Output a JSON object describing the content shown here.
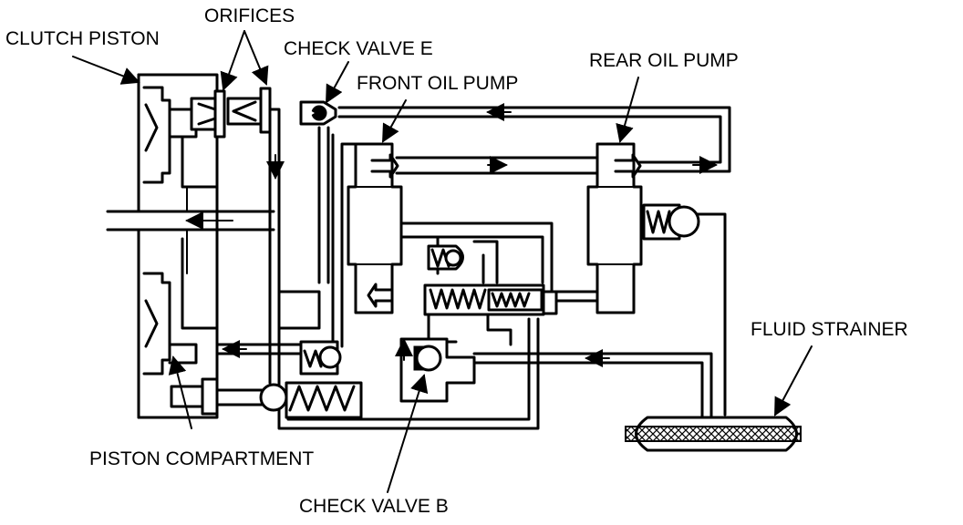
{
  "labels": {
    "clutch_piston": "CLUTCH PISTON",
    "orifices": "ORIFICES",
    "check_valve_e": "CHECK VALVE E",
    "front_oil_pump": "FRONT OIL PUMP",
    "rear_oil_pump": "REAR OIL PUMP",
    "fluid_strainer": "FLUID STRAINER",
    "piston_compartment": "PISTON COMPARTMENT",
    "check_valve_b": "CHECK VALVE B"
  },
  "colors": {
    "ink": "#000000",
    "background": "#ffffff"
  }
}
